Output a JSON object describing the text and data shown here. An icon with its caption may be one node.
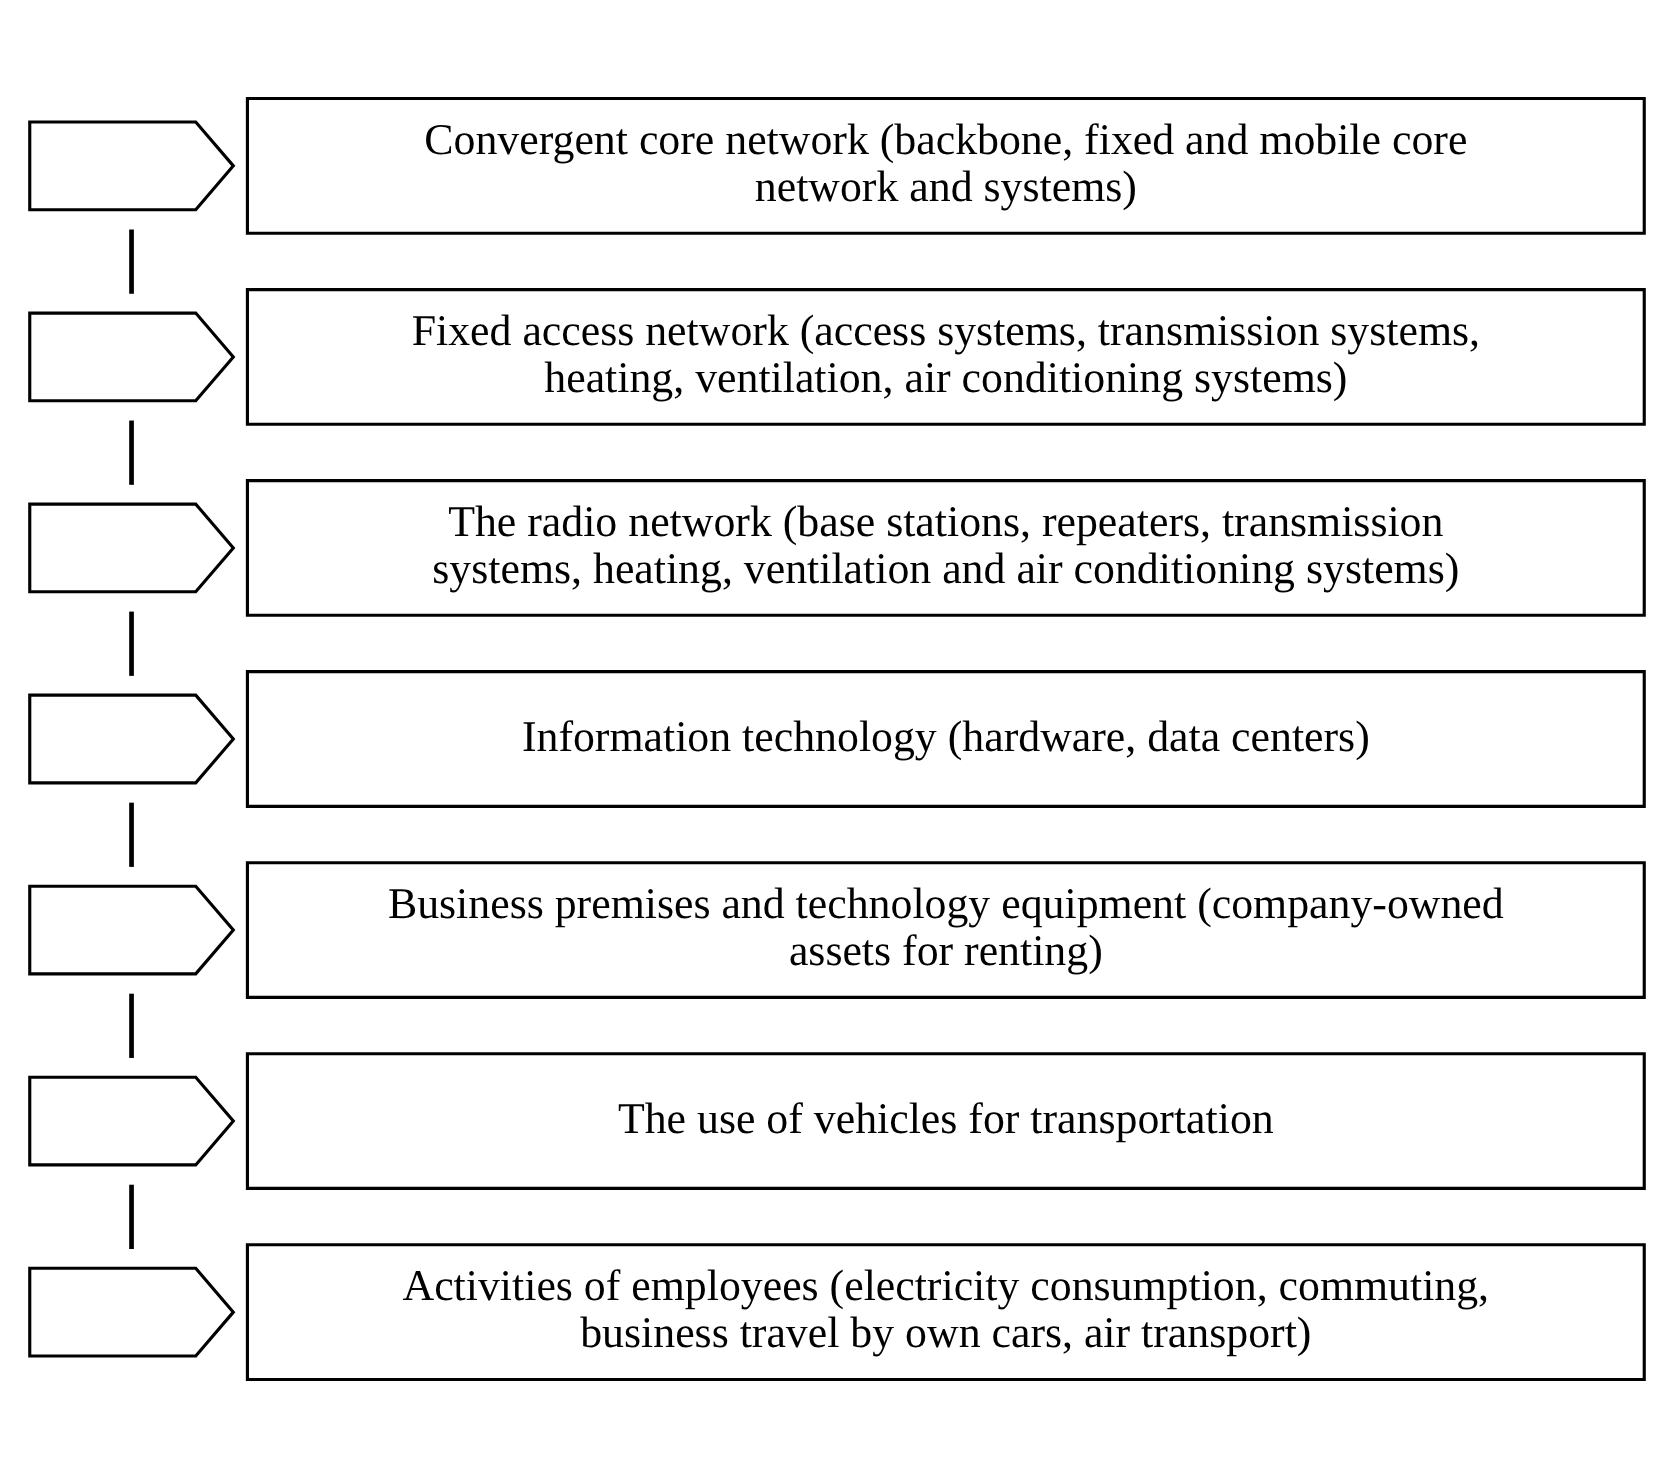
{
  "diagram": {
    "nodes": [
      {
        "text": [],
        "shape": "chevron"
      },
      {
        "text": [
          "Convergent core network (backbone, fixed and mobile core network and systems)"
        ]
      },
      {
        "text": [],
        "shape": "chevron"
      },
      {
        "text": [
          "Fixed access network (access systems, transmission systems, heating, ventilation, air conditioning systems)"
        ]
      },
      {
        "text": [],
        "shape": "chevron"
      },
      {
        "text": [
          "The radio network (base stations, repeaters, transmission systems, heating, ventilation and air conditioning systems)"
        ]
      },
      {
        "text": [],
        "shape": "chevron"
      },
      {
        "text": [
          "Information technology (hardware, data centers)"
        ]
      },
      {
        "text": [],
        "shape": "chevron"
      },
      {
        "text": [
          "Business premises and technology equipment (company-owned assets for renting)"
        ]
      },
      {
        "text": [],
        "shape": "chevron"
      },
      {
        "text": [
          "The use of vehicles for transportation"
        ]
      },
      {
        "text": [],
        "shape": "chevron"
      },
      {
        "text": [
          "Activities of employees (electricity consumption, commuting, business travel by own cars, air transport)"
        ]
      }
    ],
    "edges": [
      {
        "from": 0,
        "to": 2,
        "arrow": "none"
      },
      {
        "from": 2,
        "to": 4,
        "arrow": "none"
      },
      {
        "from": 4,
        "to": 6,
        "arrow": "none"
      },
      {
        "from": 6,
        "to": 8,
        "arrow": "none"
      },
      {
        "from": 8,
        "to": 10,
        "arrow": "none"
      },
      {
        "from": 10,
        "to": 12,
        "arrow": "none"
      }
    ]
  }
}
